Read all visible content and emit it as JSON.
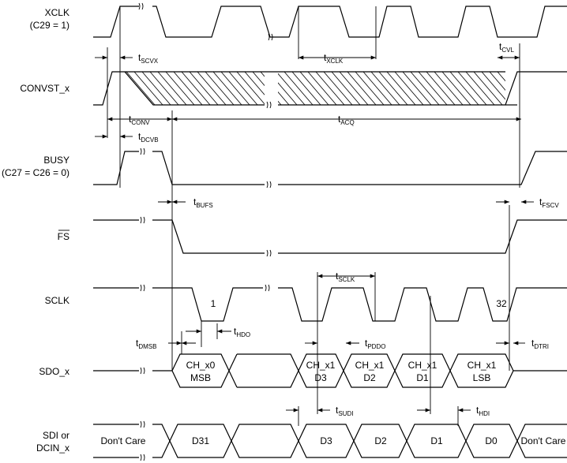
{
  "diagram": {
    "title": "Serial interface timing diagram",
    "signals": {
      "xclk": {
        "label": "XCLK",
        "note": "(C29 = 1)"
      },
      "convst": {
        "label": "CONVST_x"
      },
      "busy": {
        "label": "BUSY",
        "note": "(C27 = C26 = 0)"
      },
      "fs": {
        "label": "FS"
      },
      "sclk": {
        "label": "SCLK"
      },
      "sdo": {
        "label": "SDO_x"
      },
      "sdi": {
        "label": "SDI or",
        "note": "DCIN_x"
      }
    },
    "timing": {
      "t_scvx": {
        "base": "t",
        "sub": "SCVX"
      },
      "t_xclk": {
        "base": "t",
        "sub": "XCLK"
      },
      "t_cvl": {
        "base": "t",
        "sub": "CVL"
      },
      "t_conv": {
        "base": "t",
        "sub": "CONV"
      },
      "t_acq": {
        "base": "t",
        "sub": "ACQ"
      },
      "t_dcvb": {
        "base": "t",
        "sub": "DCVB"
      },
      "t_bufs": {
        "base": "t",
        "sub": "BUFS"
      },
      "t_fscv": {
        "base": "t",
        "sub": "FSCV"
      },
      "t_sclk": {
        "base": "t",
        "sub": "SCLK"
      },
      "t_dmsb": {
        "base": "t",
        "sub": "DMSB"
      },
      "t_hdo": {
        "base": "t",
        "sub": "HDO"
      },
      "t_pddo": {
        "base": "t",
        "sub": "PDDO"
      },
      "t_dtri": {
        "base": "t",
        "sub": "DTRI"
      },
      "t_sudi": {
        "base": "t",
        "sub": "SUDI"
      },
      "t_hdi": {
        "base": "t",
        "sub": "HDI"
      }
    },
    "sclk_pulse_labels": {
      "first": "1",
      "last": "32"
    },
    "sdo_cells": [
      {
        "line1": "CH_x0",
        "line2": "MSB"
      },
      {
        "line1": "CH_x1",
        "line2": "D3"
      },
      {
        "line1": "CH_x1",
        "line2": "D2"
      },
      {
        "line1": "CH_x1",
        "line2": "D1"
      },
      {
        "line1": "CH_x1",
        "line2": "LSB"
      }
    ],
    "sdi_cells": [
      "Don't Care",
      "D31",
      "D3",
      "D2",
      "D1",
      "D0",
      "Don't Care"
    ]
  }
}
